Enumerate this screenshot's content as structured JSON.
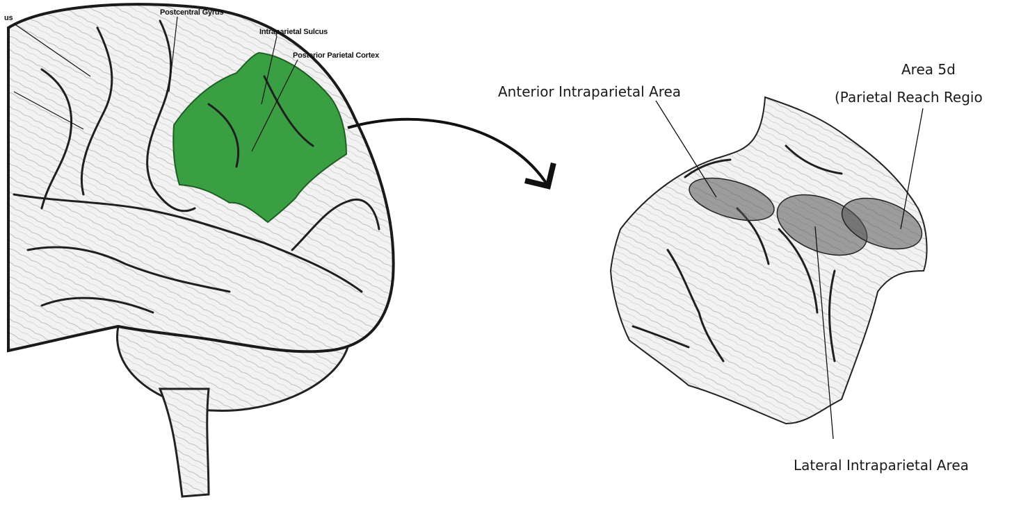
{
  "left_labels": {
    "clipped": "us",
    "postcentral": "Postcentral Gyrus",
    "intraparietal_sulcus": "Intraparietal Sulcus",
    "ppc": "Posterior Parietal Cortex"
  },
  "right_labels": {
    "aip": "Anterior Intraparietal Area",
    "area5d": "Area 5d",
    "prr": "(Parietal Reach Regio",
    "lip": "Lateral Intraparietal Area"
  },
  "colors": {
    "highlight": "#3a9f43",
    "region_fill": "#555555",
    "outline": "#1a1a1a"
  }
}
